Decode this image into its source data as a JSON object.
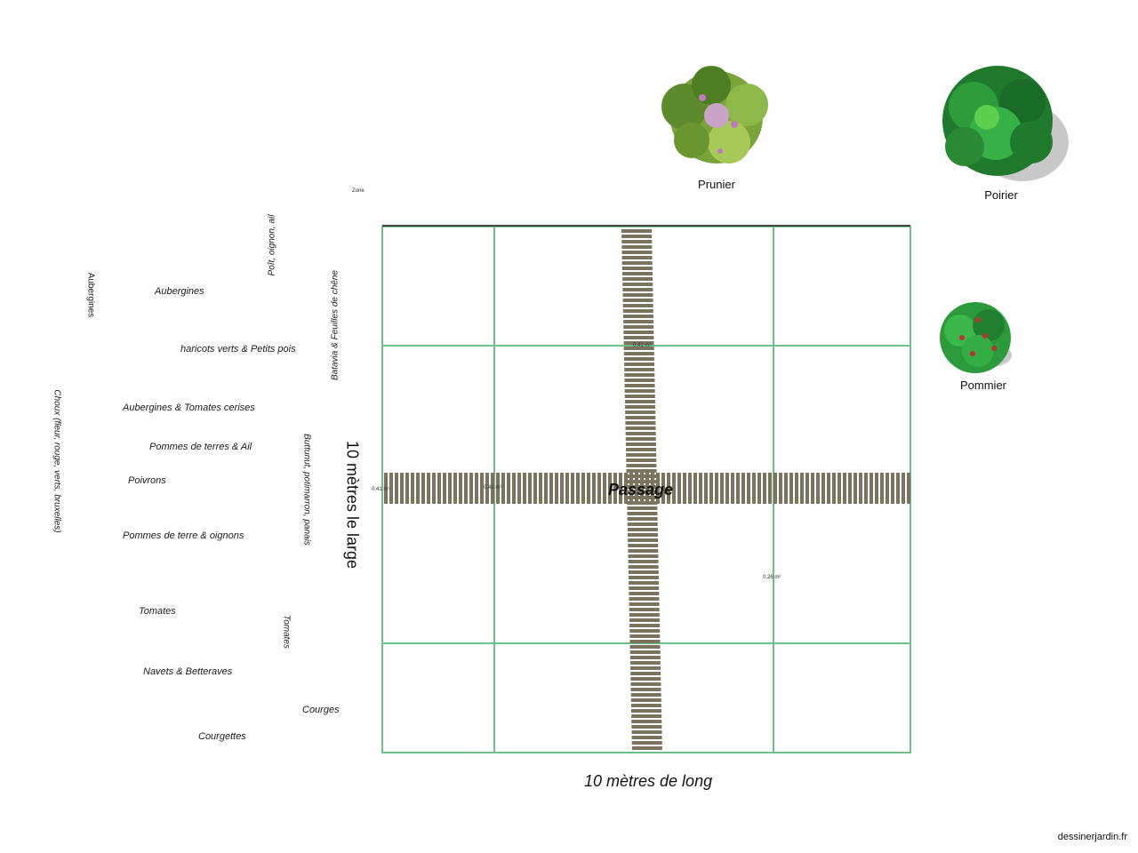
{
  "garden": {
    "width_label": "10 mètres le large",
    "length_label": "10 mètres de long",
    "passage_label": "Passage",
    "zone_label": "Zone",
    "area_label_1": "0,26 m²",
    "area_label_2": "0,41 m²",
    "area_label_3": "0,41 m²",
    "area_label_4": "0,41 m²"
  },
  "trees": [
    {
      "name": "Prunier"
    },
    {
      "name": "Poirier"
    },
    {
      "name": "Pommier"
    }
  ],
  "crops_horizontal": [
    {
      "name": "Aubergines"
    },
    {
      "name": "haricots verts & Petits pois"
    },
    {
      "name": "Aubergines & Tomates cerises"
    },
    {
      "name": "Pommes de terres & Ail"
    },
    {
      "name": "Poivrons"
    },
    {
      "name": "Pommes de terre & oignons"
    },
    {
      "name": "Tomates"
    },
    {
      "name": "Navets & Betteraves"
    },
    {
      "name": "Courges"
    },
    {
      "name": "Courgettes"
    }
  ],
  "crops_vertical": [
    {
      "name": "Aubergines"
    },
    {
      "name": "Choux (fleur, rouge, verts, bruxelles)"
    },
    {
      "name": "Poît, oignon, ail"
    },
    {
      "name": "Batavia & Feuilles de chêne"
    },
    {
      "name": "Buttunut, potimarron, panais"
    },
    {
      "name": "Tomates"
    }
  ],
  "credit": "dessinerjardin.fr",
  "colors": {
    "grid": "#6cc08a",
    "path_stripe": "#7a735e",
    "path_gap": "#ffffff"
  }
}
